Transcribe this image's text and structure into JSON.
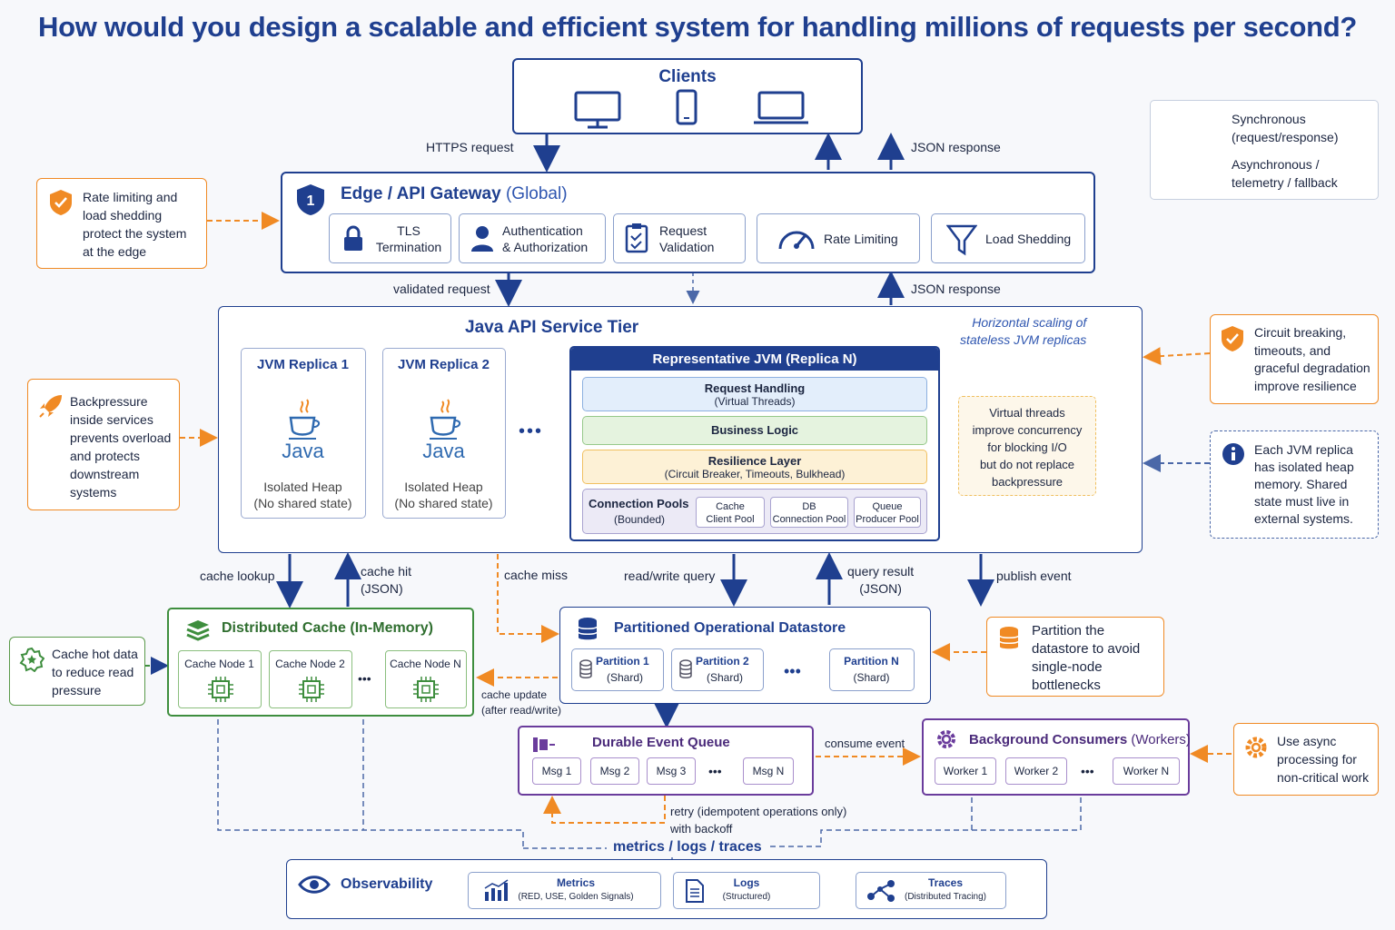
{
  "title": "How would you design a scalable and efficient system for handling millions of requests per second?",
  "clients": {
    "title": "Clients"
  },
  "legend": {
    "sync": "Synchronous\n(request/response)",
    "async": "Asynchronous /\ntelemetry / fallback"
  },
  "flow": {
    "https_request": "HTTPS request",
    "json_response_top": "JSON response",
    "validated_request": "validated request",
    "json_response_mid": "JSON response",
    "cache_lookup": "cache lookup",
    "cache_hit": "cache hit\n(JSON)",
    "cache_miss": "cache miss",
    "read_write_query": "read/write query",
    "query_result": "query result\n(JSON)",
    "publish_event": "publish event",
    "cache_update": "cache update\n(after read/write)",
    "consume_event": "consume event",
    "retry": "retry (idempotent operations only)\nwith backoff",
    "metrics_logs_traces": "metrics / logs / traces"
  },
  "gateway": {
    "title": "Edge / API Gateway",
    "title_suffix": "(Global)",
    "items": [
      {
        "icon": "lock-icon",
        "label": "TLS\nTermination"
      },
      {
        "icon": "user-icon",
        "label": "Authentication\n& Authorization"
      },
      {
        "icon": "clipboard-check-icon",
        "label": "Request\nValidation"
      },
      {
        "icon": "gauge-icon",
        "label": "Rate Limiting"
      },
      {
        "icon": "funnel-icon",
        "label": "Load Shedding"
      }
    ]
  },
  "notes": {
    "rate_limiting": "Rate limiting and\nload shedding\nprotect the system\nat the edge",
    "backpressure": "Backpressure\ninside services\nprevents overload\nand protects\ndownstream\nsystems",
    "circuit": "Circuit breaking,\ntimeouts, and\ngraceful degradation\nimprove resilience",
    "jvm_heap": "Each JVM replica\nhas isolated heap\nmemory. Shared\nstate must live in\nexternal systems.",
    "cache_hot": "Cache hot data\nto reduce read\npressure",
    "partition": "Partition the\ndatastore to avoid\nsingle-node\nbottlenecks",
    "async": "Use async\nprocessing for\nnon-critical work"
  },
  "service_tier": {
    "title": "Java API Service Tier",
    "scaling": "Horizontal scaling of\nstateless JVM replicas",
    "replicas": [
      {
        "title": "JVM Replica 1",
        "logo": "Java",
        "heap": "Isolated Heap\n(No shared state)"
      },
      {
        "title": "JVM Replica 2",
        "logo": "Java",
        "heap": "Isolated Heap\n(No shared state)"
      }
    ],
    "rep_jvm": {
      "title": "Representative JVM (Replica N)",
      "request_handling": "Request Handling",
      "request_handling_sub": "(Virtual Threads)",
      "business_logic": "Business Logic",
      "resilience": "Resilience Layer",
      "resilience_sub": "(Circuit Breaker, Timeouts, Bulkhead)",
      "pools": "Connection Pools",
      "pools_sub": "(Bounded)",
      "pool_items": [
        "Cache\nClient Pool",
        "DB\nConnection Pool",
        "Queue\nProducer Pool"
      ]
    },
    "virtual_threads": "Virtual threads\nimprove concurrency\nfor blocking I/O\nbut do not replace\nbackpressure"
  },
  "cache": {
    "title": "Distributed Cache (In-Memory)",
    "nodes": [
      "Cache Node 1",
      "Cache Node 2",
      "Cache Node N"
    ]
  },
  "datastore": {
    "title": "Partitioned Operational Datastore",
    "partitions": [
      {
        "name": "Partition 1",
        "sub": "(Shard)"
      },
      {
        "name": "Partition 2",
        "sub": "(Shard)"
      },
      {
        "name": "Partition N",
        "sub": "(Shard)"
      }
    ]
  },
  "queue": {
    "title": "Durable Event Queue",
    "msgs": [
      "Msg 1",
      "Msg 2",
      "Msg 3",
      "Msg N"
    ]
  },
  "workers": {
    "title": "Background Consumers",
    "title_suffix": "(Workers)",
    "items": [
      "Worker 1",
      "Worker 2",
      "Worker N"
    ]
  },
  "observability": {
    "title": "Observability",
    "items": [
      {
        "name": "Metrics",
        "sub": "(RED, USE, Golden Signals)"
      },
      {
        "name": "Logs",
        "sub": "(Structured)"
      },
      {
        "name": "Traces",
        "sub": "(Distributed Tracing)"
      }
    ]
  },
  "ellipsis": "•••"
}
